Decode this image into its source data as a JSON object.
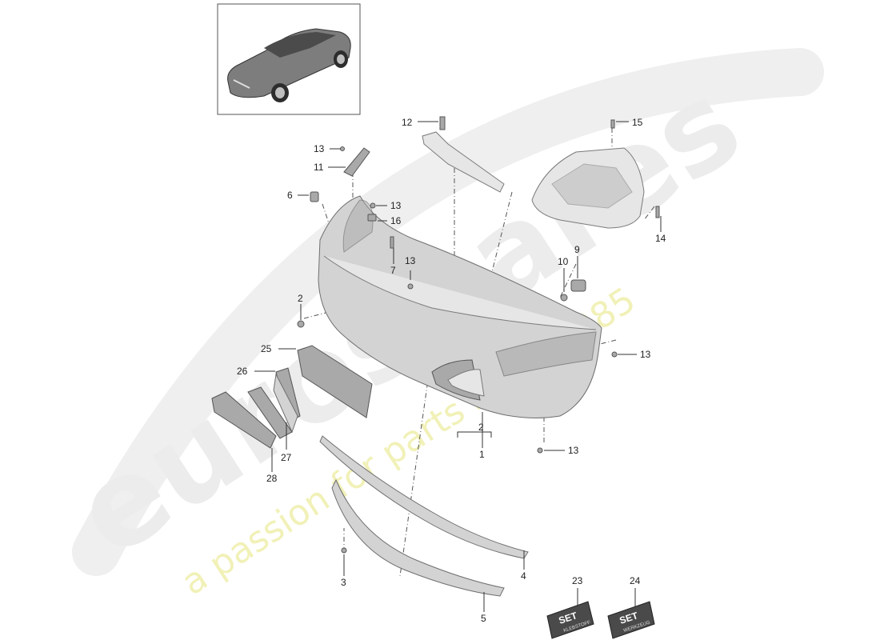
{
  "watermark": {
    "brand": "eurospares",
    "tagline": "a passion for parts since 1985"
  },
  "callouts": {
    "p1": "1",
    "p2a": "2",
    "p2b": "2",
    "p3": "3",
    "p4": "4",
    "p5": "5",
    "p6": "6",
    "p7": "7",
    "p9": "9",
    "p10": "10",
    "p11": "11",
    "p12": "12",
    "p13a": "13",
    "p13b": "13",
    "p13c": "13",
    "p13d": "13",
    "p13e": "13",
    "p14": "14",
    "p15": "15",
    "p16": "16",
    "p23": "23",
    "p24": "24",
    "p25": "25",
    "p26": "26",
    "p27": "27",
    "p28": "28"
  },
  "kits": {
    "k23": {
      "title": "SET",
      "sub": "KLEBSTOFF"
    },
    "k24": {
      "title": "SET",
      "sub": "WERKZEUG"
    }
  }
}
